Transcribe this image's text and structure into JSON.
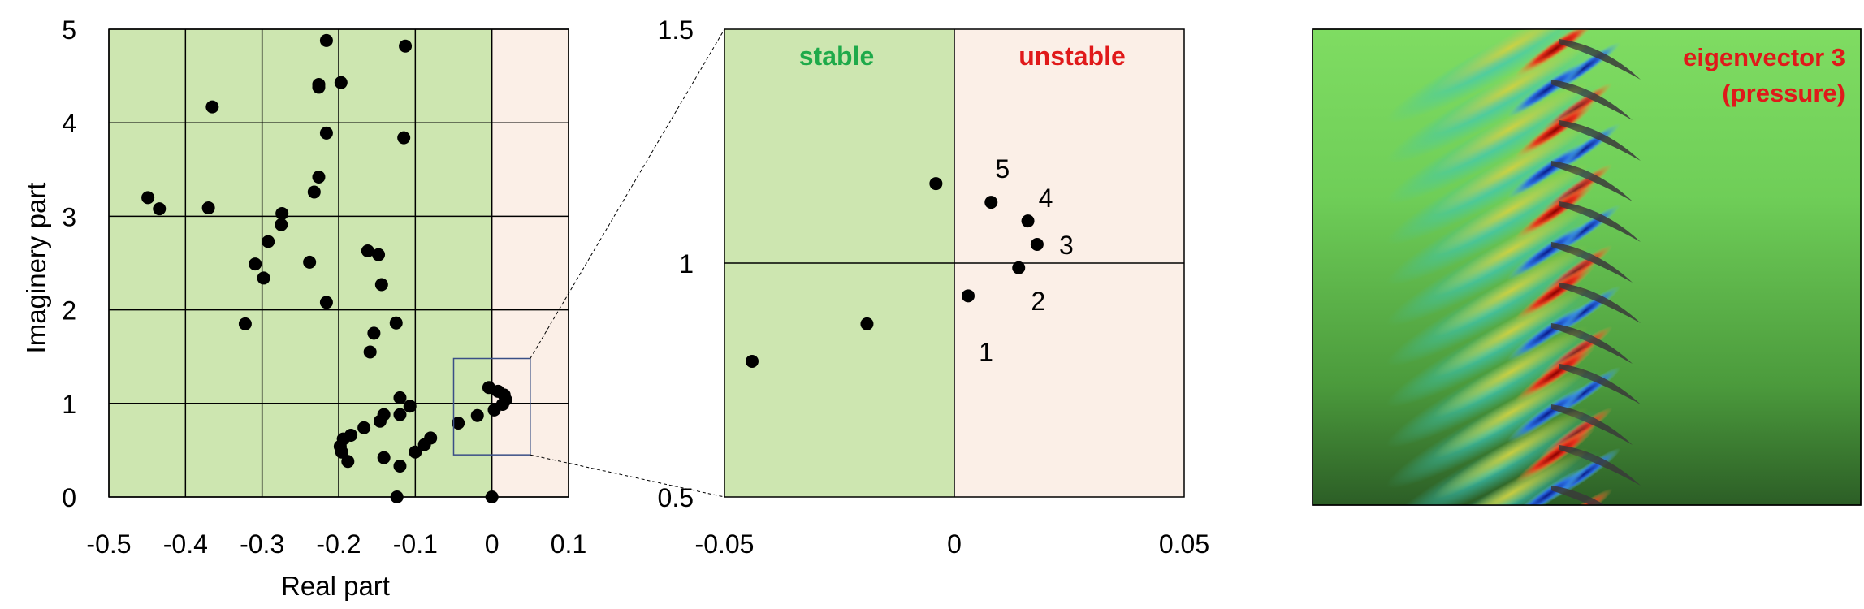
{
  "colors": {
    "stable_bg": "#cde6b0",
    "unstable_bg": "#fbefe7",
    "stable_text": "#1faa4a",
    "unstable_text": "#e0191a",
    "point": "#000000",
    "zoom_box": "#3a4f86",
    "eigen_label": "#e0191a"
  },
  "chart_data": [
    {
      "type": "scatter",
      "xlabel": "Real part",
      "ylabel": "Imaginery part",
      "xlim": [
        -0.5,
        0.1
      ],
      "ylim": [
        0,
        5
      ],
      "x_ticks": [
        "-0.5",
        "-0.4",
        "-0.3",
        "-0.2",
        "-0.1",
        "0",
        "0.1"
      ],
      "y_ticks": [
        "0",
        "1",
        "2",
        "3",
        "4",
        "5"
      ],
      "x_tick_values": [
        -0.5,
        -0.4,
        -0.3,
        -0.2,
        -0.1,
        0,
        0.1
      ],
      "y_tick_values": [
        0,
        1,
        2,
        3,
        4,
        5
      ],
      "grid": true,
      "stable_region": "Re < 0",
      "unstable_region": "Re > 0",
      "zoom_box": {
        "x": [
          -0.05,
          0.05
        ],
        "y": [
          0.45,
          1.48
        ]
      },
      "points": [
        [
          -0.449,
          3.2
        ],
        [
          -0.434,
          3.08
        ],
        [
          -0.365,
          4.17
        ],
        [
          -0.37,
          3.09
        ],
        [
          -0.216,
          4.88
        ],
        [
          -0.113,
          4.82
        ],
        [
          -0.226,
          4.41
        ],
        [
          -0.226,
          4.38
        ],
        [
          -0.197,
          4.43
        ],
        [
          -0.216,
          3.89
        ],
        [
          -0.115,
          3.84
        ],
        [
          -0.226,
          3.42
        ],
        [
          -0.232,
          3.26
        ],
        [
          -0.274,
          3.03
        ],
        [
          -0.275,
          2.91
        ],
        [
          -0.292,
          2.73
        ],
        [
          -0.309,
          2.49
        ],
        [
          -0.298,
          2.34
        ],
        [
          -0.238,
          2.51
        ],
        [
          -0.162,
          2.63
        ],
        [
          -0.148,
          2.59
        ],
        [
          -0.144,
          2.27
        ],
        [
          -0.216,
          2.08
        ],
        [
          -0.322,
          1.85
        ],
        [
          -0.125,
          1.86
        ],
        [
          -0.154,
          1.75
        ],
        [
          -0.159,
          1.55
        ],
        [
          -0.12,
          1.06
        ],
        [
          -0.107,
          0.97
        ],
        [
          -0.12,
          0.88
        ],
        [
          -0.141,
          0.88
        ],
        [
          -0.146,
          0.81
        ],
        [
          -0.167,
          0.74
        ],
        [
          -0.184,
          0.66
        ],
        [
          -0.194,
          0.62
        ],
        [
          -0.198,
          0.54
        ],
        [
          -0.196,
          0.48
        ],
        [
          -0.188,
          0.38
        ],
        [
          -0.141,
          0.42
        ],
        [
          -0.12,
          0.33
        ],
        [
          -0.1,
          0.48
        ],
        [
          -0.088,
          0.56
        ],
        [
          -0.08,
          0.63
        ],
        [
          -0.124,
          0.0
        ],
        [
          0.0,
          0.0
        ],
        [
          -0.044,
          0.79
        ],
        [
          -0.019,
          0.87
        ],
        [
          -0.004,
          1.17
        ],
        [
          0.003,
          0.93
        ],
        [
          0.008,
          1.13
        ],
        [
          0.014,
          0.99
        ],
        [
          0.016,
          1.09
        ],
        [
          0.018,
          1.04
        ]
      ]
    },
    {
      "type": "scatter",
      "xlim": [
        -0.05,
        0.05
      ],
      "ylim": [
        0.5,
        1.5
      ],
      "x_ticks": [
        "-0.05",
        "0",
        "0.05"
      ],
      "y_ticks": [
        "0.5",
        "1",
        "1.5"
      ],
      "x_tick_values": [
        -0.05,
        0,
        0.05
      ],
      "y_tick_values": [
        0.5,
        1,
        1.5
      ],
      "grid": true,
      "region_labels": {
        "stable": "stable",
        "unstable": "unstable"
      },
      "points": [
        {
          "x": -0.044,
          "y": 0.79,
          "label": ""
        },
        {
          "x": -0.019,
          "y": 0.87,
          "label": ""
        },
        {
          "x": -0.004,
          "y": 1.17,
          "label": ""
        },
        {
          "x": 0.003,
          "y": 0.93,
          "label": "1"
        },
        {
          "x": 0.014,
          "y": 0.99,
          "label": "2"
        },
        {
          "x": 0.018,
          "y": 1.04,
          "label": "3"
        },
        {
          "x": 0.016,
          "y": 1.09,
          "label": "4"
        },
        {
          "x": 0.008,
          "y": 1.13,
          "label": "5"
        }
      ]
    }
  ],
  "eigenvector_panel": {
    "label_line1": "eigenvector 3",
    "label_line2": "(pressure)"
  }
}
